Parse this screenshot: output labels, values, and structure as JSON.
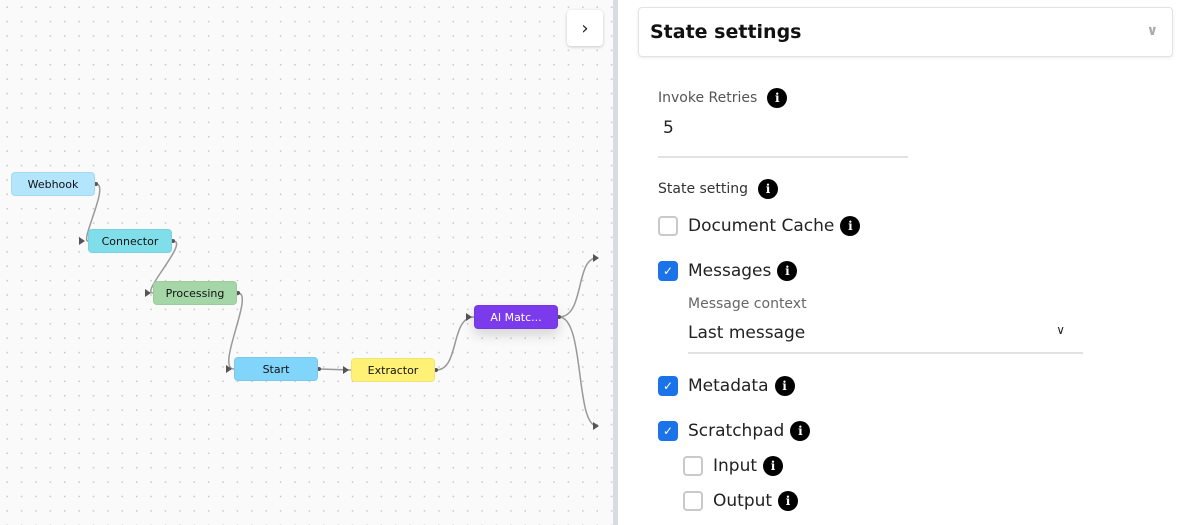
{
  "canvas": {
    "nodes": [
      {
        "label": "Webhook",
        "color": "#b3e5fc"
      },
      {
        "label": "Connector",
        "color": "#80deea"
      },
      {
        "label": "Processing",
        "color": "#a5d6a7"
      },
      {
        "label": "Start",
        "color": "#81d4fa"
      },
      {
        "label": "Extractor",
        "color": "#fff176"
      },
      {
        "label": "AI Matc...",
        "color": "#7c3aed"
      }
    ],
    "collapse_icon": "chevron-right-icon"
  },
  "panel": {
    "title": "State settings",
    "invoke_retries": {
      "label": "Invoke Retries",
      "value": "5"
    },
    "state_setting_label": "State setting",
    "options": [
      {
        "label": "Document Cache",
        "checked": false
      },
      {
        "label": "Messages",
        "checked": true
      },
      {
        "label": "Metadata",
        "checked": true
      },
      {
        "label": "Scratchpad",
        "checked": true
      },
      {
        "label": "Input",
        "checked": false
      },
      {
        "label": "Output",
        "checked": false
      }
    ],
    "message_context": {
      "label": "Message context",
      "value": "Last message"
    },
    "accent": "#1a73e8"
  }
}
